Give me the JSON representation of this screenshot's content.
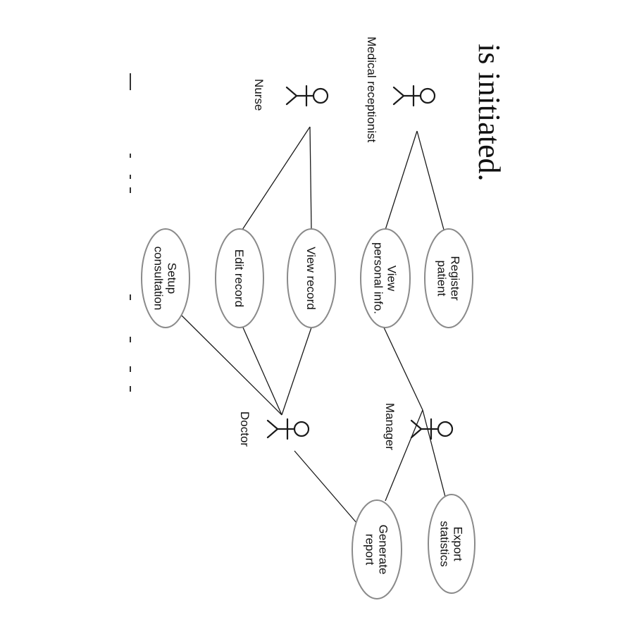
{
  "heading_fragment": "is initiated.",
  "actors": {
    "receptionist": "Medical receptionist",
    "nurse": "Nurse",
    "manager": "Manager",
    "doctor": "Doctor"
  },
  "use_cases": {
    "register": [
      "Register",
      "patient"
    ],
    "view_personal": [
      "View",
      "personal info."
    ],
    "view_record": [
      "View record"
    ],
    "edit_record": [
      "Edit record"
    ],
    "setup": [
      "Setup",
      "consultation"
    ],
    "export": [
      "Export",
      "statistics"
    ],
    "generate": [
      "Generate",
      "report"
    ]
  },
  "associations": [
    [
      "receptionist",
      "register"
    ],
    [
      "receptionist",
      "view_personal"
    ],
    [
      "nurse",
      "view_record"
    ],
    [
      "nurse",
      "edit_record"
    ],
    [
      "manager",
      "view_personal"
    ],
    [
      "manager",
      "export"
    ],
    [
      "manager",
      "generate"
    ],
    [
      "doctor",
      "view_record"
    ],
    [
      "doctor",
      "edit_record"
    ],
    [
      "doctor",
      "setup"
    ],
    [
      "doctor",
      "generate"
    ]
  ]
}
